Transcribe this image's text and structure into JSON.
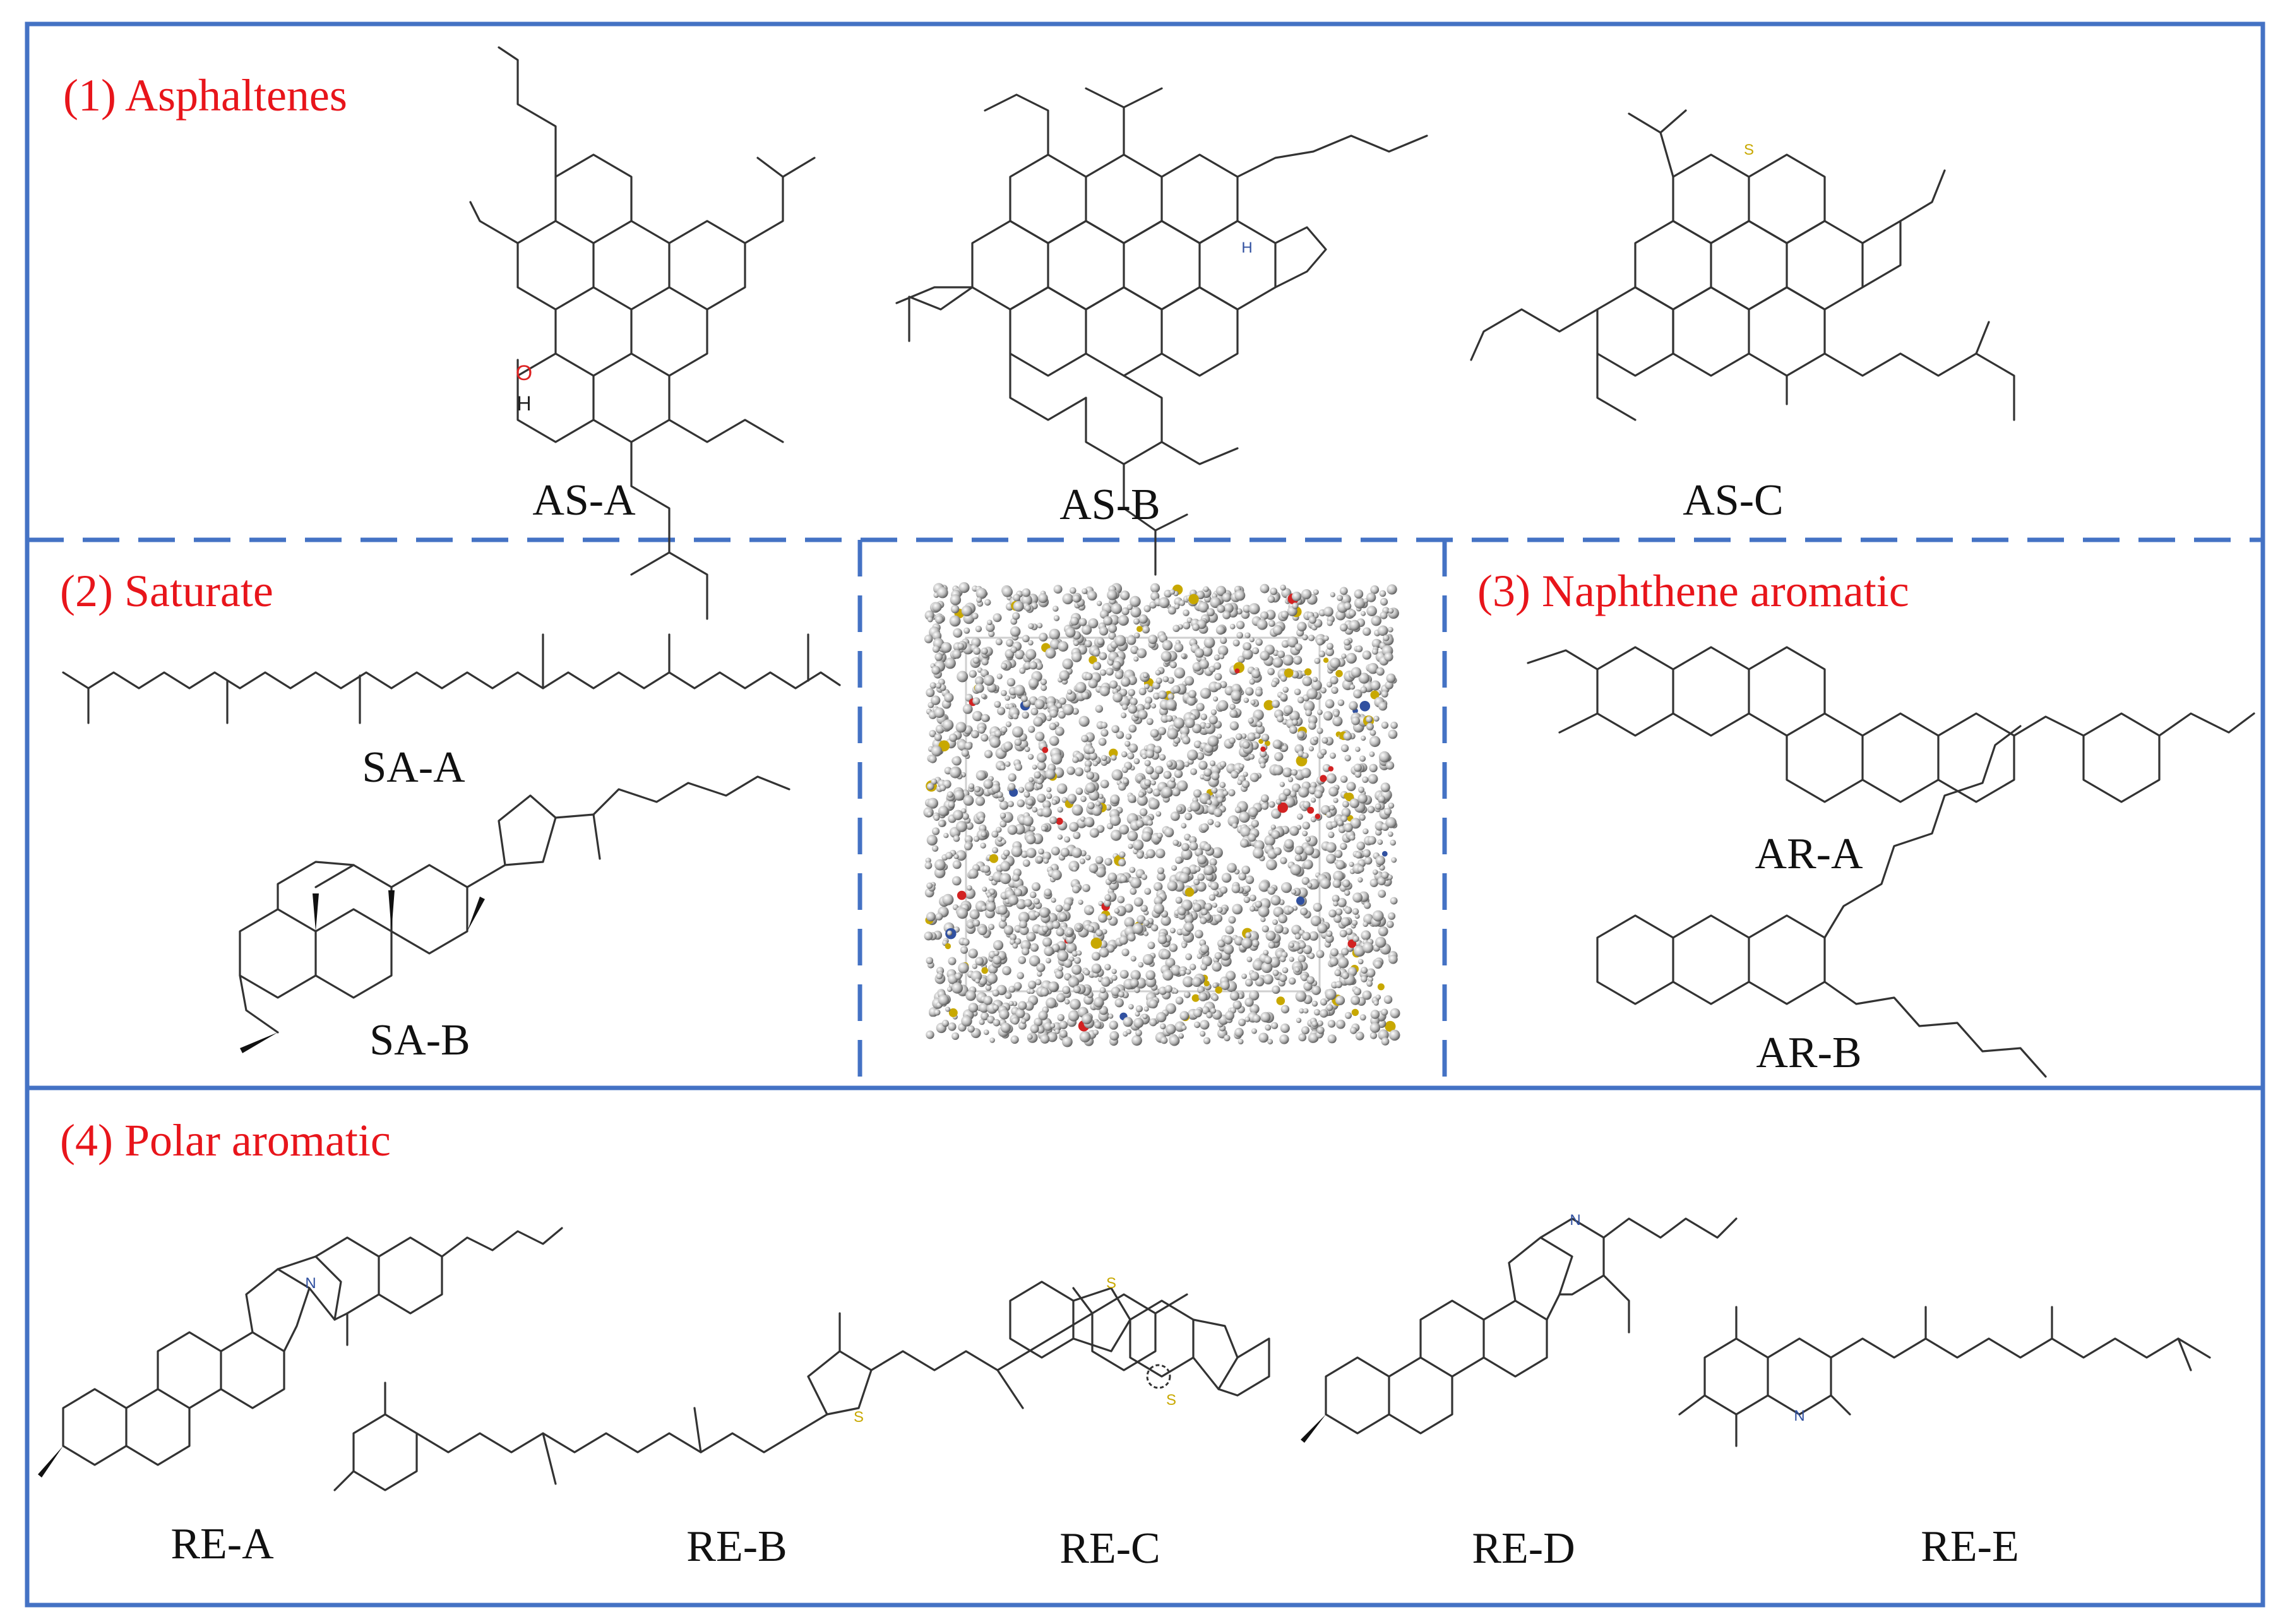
{
  "sections": {
    "asphaltenes": "(1) Asphaltenes",
    "saturate": "(2) Saturate",
    "naphthene_aromatic": "(3) Naphthene aromatic",
    "polar_aromatic": "(4) Polar aromatic"
  },
  "molecules": {
    "as_a": "AS-A",
    "as_b": "AS-B",
    "as_c": "AS-C",
    "sa_a": "SA-A",
    "sa_b": "SA-B",
    "ar_a": "AR-A",
    "ar_b": "AR-B",
    "re_a": "RE-A",
    "re_b": "RE-B",
    "re_c": "RE-C",
    "re_d": "RE-D",
    "re_e": "RE-E"
  },
  "atoms": {
    "oxygen": "O",
    "hydrogen": "H",
    "nitrogen": "N",
    "sulfur": "S",
    "nh": "H"
  },
  "colors": {
    "frame": "#4472c4",
    "title": "#e8151b",
    "nitrogen": "#3050a0",
    "sulfur": "#c8a800",
    "oxygen": "#d22222"
  }
}
